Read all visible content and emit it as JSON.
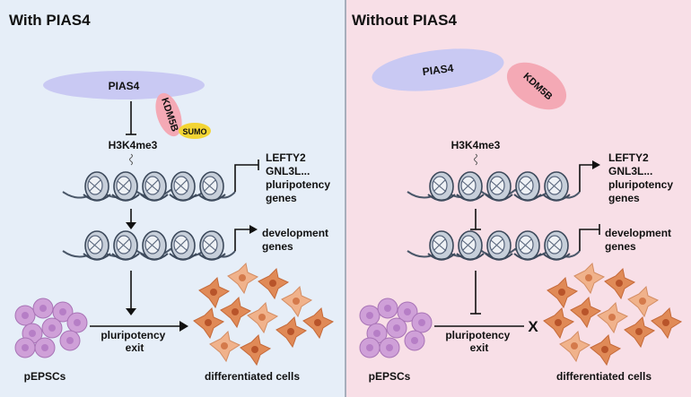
{
  "panels": {
    "left": {
      "title": "With PIAS4",
      "pias4": "PIAS4",
      "kdm5b": "KDM5B",
      "sumo": "SUMO",
      "h3k4me3": "H3K4me3",
      "genes_top": [
        "LEFTY2",
        "GNL3L...",
        "pluripotency",
        "genes"
      ],
      "genes_bottom": [
        "development",
        "genes"
      ],
      "exit_label": [
        "pluripotency",
        "exit"
      ],
      "pepscs": "pEPSCs",
      "diff_cells": "differentiated cells"
    },
    "right": {
      "title": "Without PIAS4",
      "pias4": "PIAS4",
      "kdm5b": "KDM5B",
      "h3k4me3": "H3K4me3",
      "genes_top": [
        "LEFTY2",
        "GNL3L...",
        "pluripotency",
        "genes"
      ],
      "genes_bottom": [
        "development",
        "genes"
      ],
      "exit_label": [
        "pluripotency",
        "exit"
      ],
      "block_mark": "X",
      "pepscs": "pEPSCs",
      "diff_cells": "differentiated cells"
    }
  },
  "colors": {
    "left_bg": "#e6eef8",
    "right_bg": "#f8dfe7",
    "pias4": "#c9c9f3",
    "kdm5b": "#f4a9b5",
    "sumo": "#f3d534",
    "nucleosome": "#c7cfda",
    "dna": "#4a5769",
    "stem_cell": "#cfa0d8",
    "diff_cell": "#e08a57"
  }
}
